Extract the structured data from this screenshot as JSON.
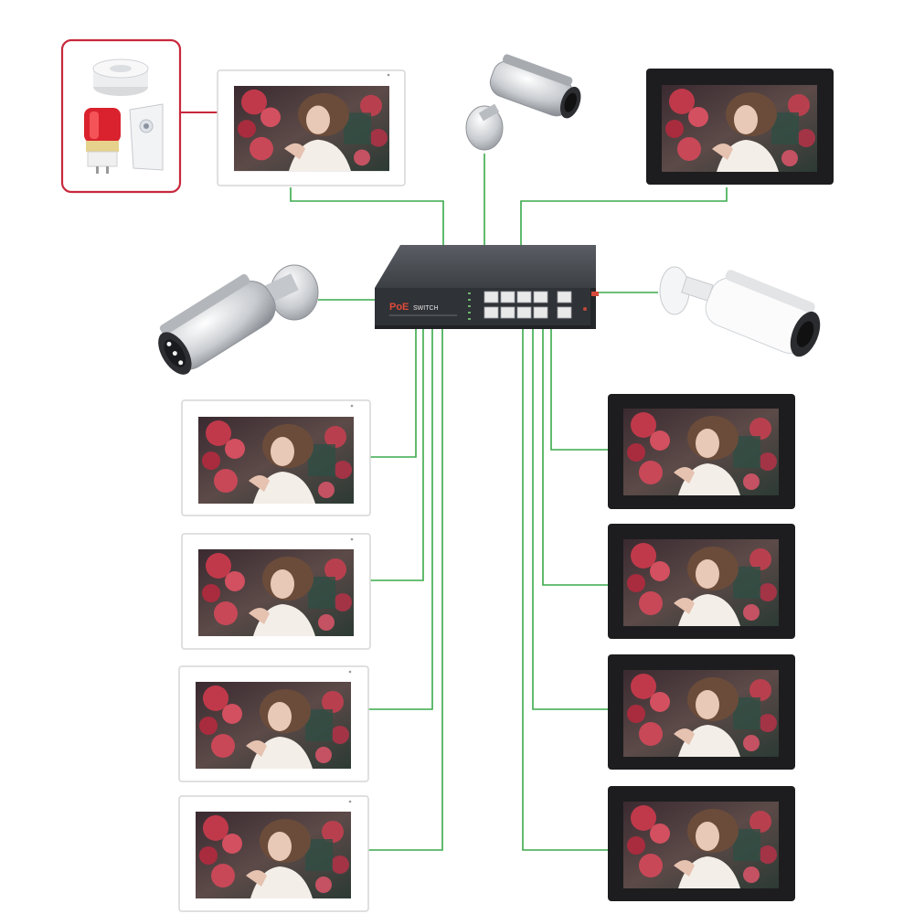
{
  "switch": {
    "brand_label": "PoE",
    "model_label": "SWITCH",
    "poe_port_count": 8,
    "uplink_port_count": 2
  },
  "sensor_group": {
    "items": [
      "smoke-detector",
      "alarm-strobe-light",
      "pir-motion-sensor"
    ]
  },
  "monitors": [
    {
      "id": "monitor-top-left",
      "frame": "white"
    },
    {
      "id": "monitor-top-right",
      "frame": "black"
    },
    {
      "id": "monitor-left-1",
      "frame": "white"
    },
    {
      "id": "monitor-left-2",
      "frame": "white"
    },
    {
      "id": "monitor-left-3",
      "frame": "white"
    },
    {
      "id": "monitor-left-4",
      "frame": "white"
    },
    {
      "id": "monitor-right-1",
      "frame": "black"
    },
    {
      "id": "monitor-right-2",
      "frame": "black"
    },
    {
      "id": "monitor-right-3",
      "frame": "black"
    },
    {
      "id": "monitor-right-4",
      "frame": "black"
    }
  ],
  "cameras": [
    {
      "id": "bullet-camera-top",
      "color": "silver"
    },
    {
      "id": "bullet-camera-left",
      "color": "silver"
    },
    {
      "id": "bullet-camera-right",
      "color": "white"
    }
  ],
  "colors": {
    "connection_line": "#3aaa4a",
    "sensor_box_border": "#c8283c",
    "switch_body": "#3c3f44"
  }
}
